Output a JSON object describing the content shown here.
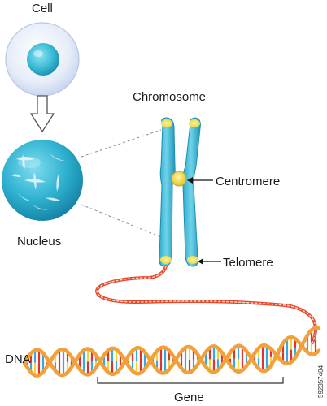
{
  "labels": {
    "cell": "Cell",
    "chromosome": "Chromosome",
    "nucleus": "Nucleus",
    "centromere": "Centromere",
    "telomere": "Telomere",
    "dna": "DNA",
    "gene": "Gene"
  },
  "watermark": "592357404",
  "colors": {
    "nucleus": "#3bbcd3",
    "chromosome": "#4cc3dc",
    "telomere": "#f3e35a",
    "centromere": "#f5d845",
    "dna_backbone": "#f2a03a",
    "base_red": "#e0332e",
    "base_blue": "#36a9e1",
    "base_yellow": "#f3d23a",
    "chromatin": "#f07a5a"
  }
}
